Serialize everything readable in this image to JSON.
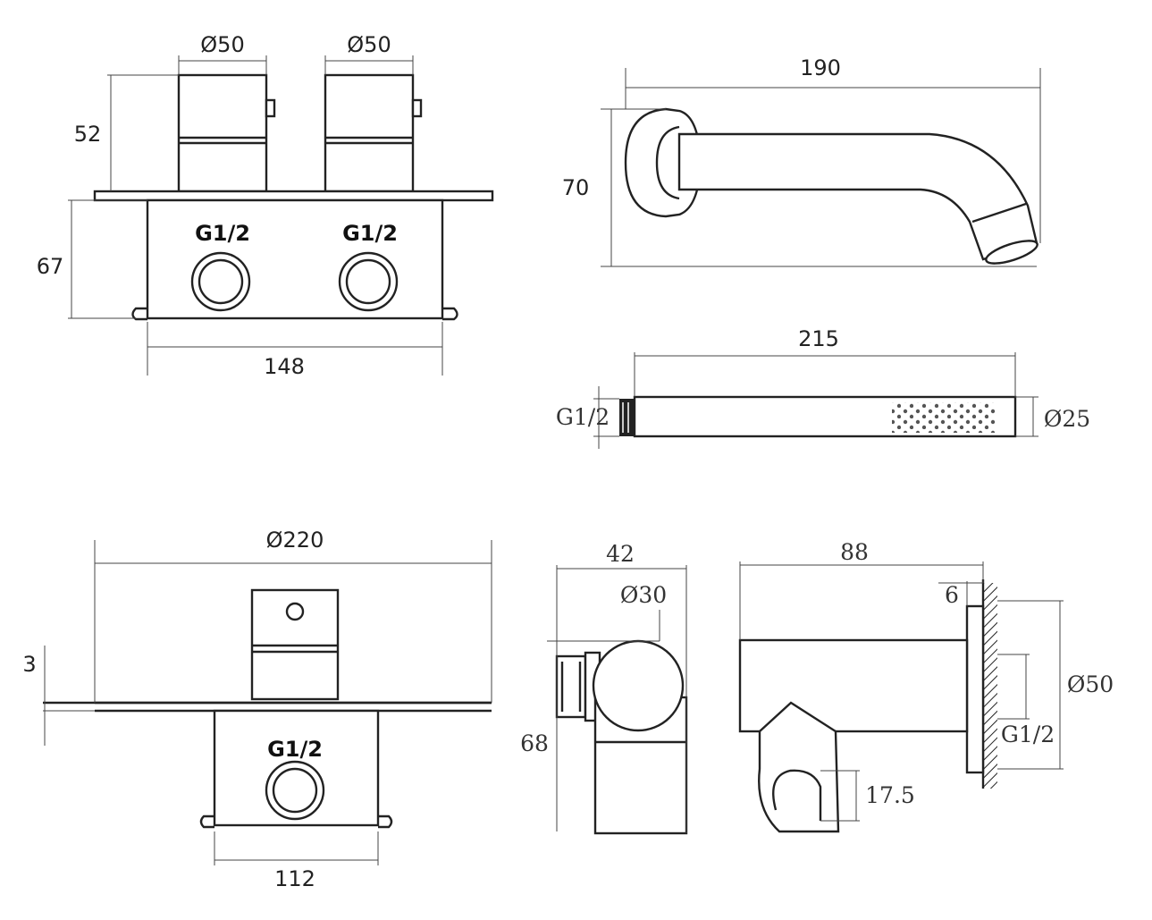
{
  "views": {
    "mixer_top": {
      "knob_dia_left": "Ø50",
      "knob_dia_right": "Ø50",
      "knob_height": "52",
      "body_height": "67",
      "body_width": "148",
      "port_left": "G1/2",
      "port_right": "G1/2"
    },
    "spout": {
      "length": "190",
      "height": "70"
    },
    "hand_shower": {
      "length": "215",
      "thread": "G1/2",
      "diameter": "Ø25"
    },
    "plate_valve": {
      "plate_dia": "Ø220",
      "plate_thickness": "3",
      "port": "G1/2",
      "body_width": "112"
    },
    "outlet_side": {
      "depth": "42",
      "outlet_dia": "Ø30",
      "height": "68"
    },
    "holder": {
      "length": "88",
      "flange": "6",
      "flange_dia": "Ø50",
      "thread": "G1/2",
      "hook": "17.5"
    }
  }
}
